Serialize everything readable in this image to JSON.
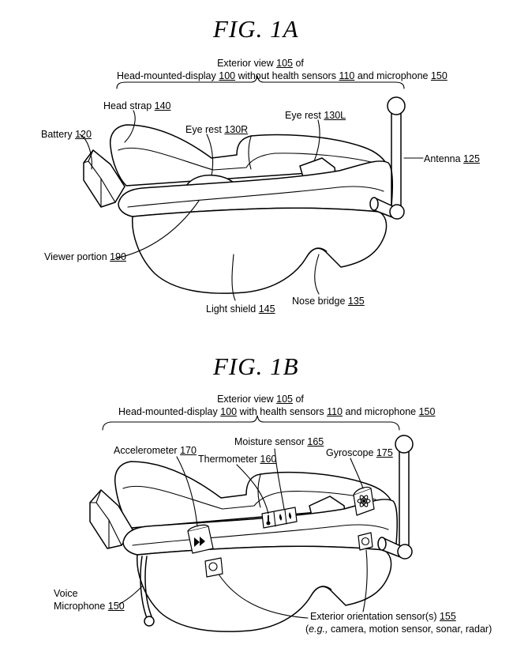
{
  "fig_a": {
    "title": "FIG. 1A",
    "caption_line1_pre": "Exterior view ",
    "caption_line1_ref": "105",
    "caption_line1_post": " of",
    "caption_line2_a": "Head-mounted-display ",
    "caption_line2_ref1": "100",
    "caption_line2_b": " without health sensors ",
    "caption_line2_ref2": "110",
    "caption_line2_c": " and microphone ",
    "caption_line2_ref3": "150",
    "labels": {
      "head_strap": "Head strap ",
      "head_strap_ref": "140",
      "battery": "Battery ",
      "battery_ref": "120",
      "eye_rest_r": "Eye rest ",
      "eye_rest_r_ref": "130R",
      "eye_rest_l": "Eye rest ",
      "eye_rest_l_ref": "130L",
      "antenna": "Antenna ",
      "antenna_ref": "125",
      "viewer": "Viewer portion ",
      "viewer_ref": "190",
      "light_shield": "Light shield ",
      "light_shield_ref": "145",
      "nose_bridge": "Nose bridge ",
      "nose_bridge_ref": "135"
    }
  },
  "fig_b": {
    "title": "FIG. 1B",
    "caption_line1_pre": "Exterior view ",
    "caption_line1_ref": "105",
    "caption_line1_post": " of",
    "caption_line2_a": "Head-mounted-display ",
    "caption_line2_ref1": "100",
    "caption_line2_b": " with health sensors ",
    "caption_line2_ref2": "110",
    "caption_line2_c": " and microphone ",
    "caption_line2_ref3": "150",
    "labels": {
      "accelerometer": "Accelerometer ",
      "accelerometer_ref": "170",
      "moisture": "Moisture sensor ",
      "moisture_ref": "165",
      "thermometer": "Thermometer ",
      "thermometer_ref": "160",
      "gyroscope": "Gyroscope ",
      "gyroscope_ref": "175",
      "voice": "Voice",
      "microphone": "Microphone ",
      "microphone_ref": "150",
      "ext_orient": "Exterior orientation sensor(s) ",
      "ext_orient_ref": "155",
      "ext_orient_eg": "e.g.,",
      "ext_orient_list": " camera, motion sensor, sonar, radar)"
    }
  }
}
